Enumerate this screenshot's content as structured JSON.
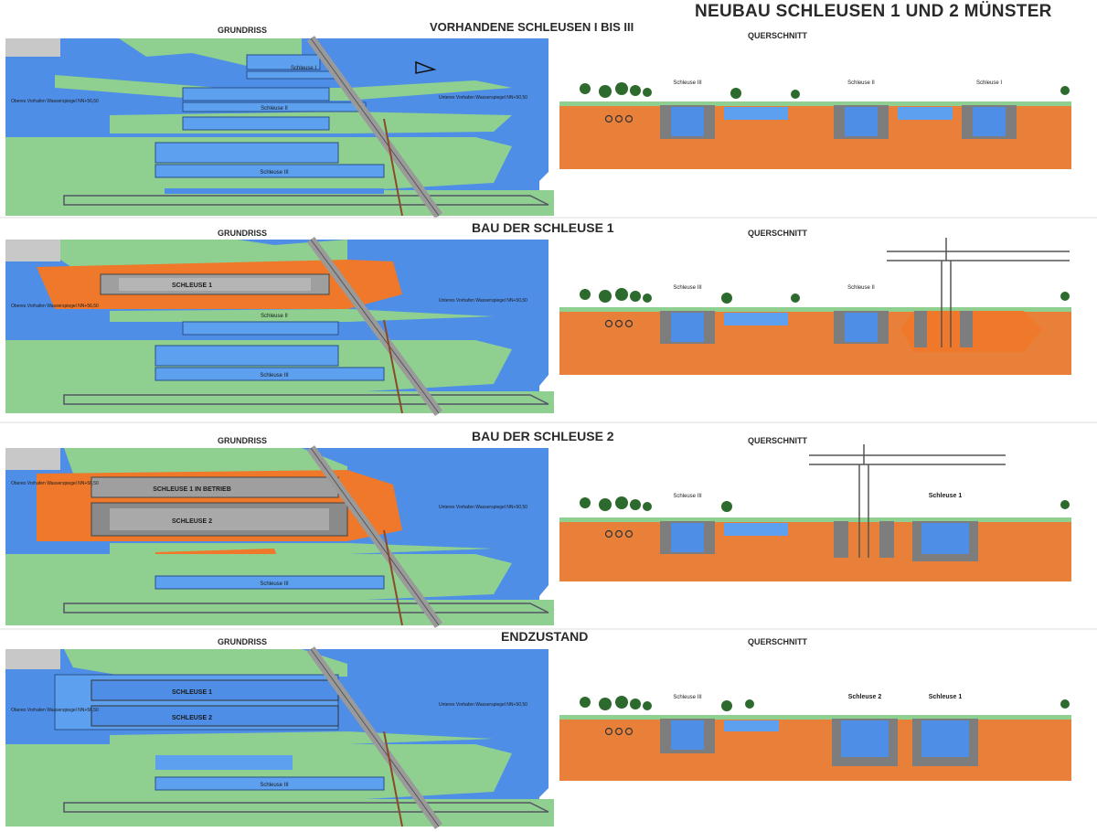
{
  "title": "NEUBAU SCHLEUSEN 1 UND 2 MÜNSTER",
  "colors": {
    "water": "#4f8ee6",
    "land": "#8fcf8f",
    "excavation": "#f0782a",
    "soil": "#e8803a",
    "concrete": "#7d7d7d",
    "road": "#b9b9b9"
  },
  "panels": [
    {
      "title": "VORHANDENE SCHLEUSEN I BIS III",
      "plan_label": "GRUNDRISS",
      "section_label": "QUERSCHNITT",
      "plan_texts": {
        "upper_level": "Oberes Vorhafen Wasserspiegel NN+56,50",
        "lower_level": "Unteres Vorhafen Wasserspiegel NN+50,50",
        "lock_a": "Schleuse I",
        "lock_b": "Schleuse II",
        "lock_c": "Schleuse III"
      },
      "section_texts": {
        "s1": "Schleuse III",
        "s2": "Schleuse II",
        "s3": "Schleuse I"
      }
    },
    {
      "title": "BAU DER SCHLEUSE 1",
      "plan_label": "GRUNDRISS",
      "section_label": "QUERSCHNITT",
      "plan_texts": {
        "upper_level": "Oberes Vorhafen Wasserspiegel NN+56,50",
        "lower_level": "Unteres Vorhafen Wasserspiegel NN+50,50",
        "lock_a": "SCHLEUSE 1",
        "lock_b": "Schleuse II",
        "lock_c": "Schleuse III"
      },
      "section_texts": {
        "s1": "Schleuse III",
        "s2": "Schleuse II"
      }
    },
    {
      "title": "BAU DER SCHLEUSE 2",
      "plan_label": "GRUNDRISS",
      "section_label": "QUERSCHNITT",
      "plan_texts": {
        "upper_level": "Oberes Vorhafen Wasserspiegel NN+56,50",
        "lower_level": "Unteres Vorhafen Wasserspiegel NN+50,50",
        "lock_a": "SCHLEUSE 1 IN BETRIEB",
        "lock_b": "SCHLEUSE 2",
        "lock_c": "Schleuse III"
      },
      "section_texts": {
        "s1": "Schleuse III",
        "s2": "Schleuse 1"
      }
    },
    {
      "title": "ENDZUSTAND",
      "plan_label": "GRUNDRISS",
      "section_label": "QUERSCHNITT",
      "plan_texts": {
        "upper_level": "Oberes Vorhafen Wasserspiegel NN+56,50",
        "lower_level": "Unteres Vorhafen Wasserspiegel NN+50,50",
        "lock_a": "SCHLEUSE 1",
        "lock_b": "SCHLEUSE 2",
        "lock_c": "Schleuse III"
      },
      "section_texts": {
        "s1": "Schleuse III",
        "s2": "Schleuse 2",
        "s3": "Schleuse 1"
      }
    }
  ]
}
